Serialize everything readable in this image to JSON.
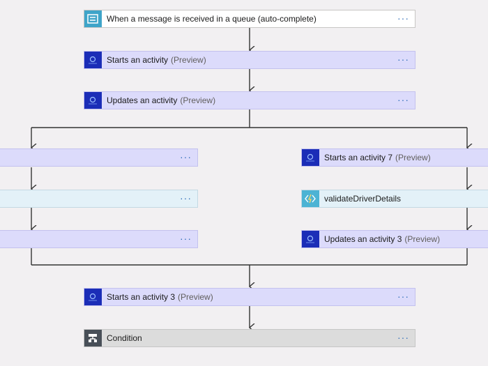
{
  "flow": {
    "trigger": {
      "title": "When a message is received in a queue (auto-complete)",
      "more": "···"
    },
    "step1": {
      "title": "Starts an activity",
      "suffix": "(Preview)",
      "more": "···"
    },
    "step2": {
      "title": "Updates an activity",
      "suffix": "(Preview)",
      "more": "···"
    },
    "left_branch": {
      "card1": {
        "more": "···"
      },
      "card2": {
        "more": "···"
      },
      "card3": {
        "more": "···"
      }
    },
    "right_branch": {
      "card1": {
        "title": "Starts an activity 7",
        "suffix": "(Preview)"
      },
      "card2": {
        "title": "validateDriverDetails"
      },
      "card3": {
        "title": "Updates an activity 3",
        "suffix": "(Preview)"
      }
    },
    "step3": {
      "title": "Starts an activity 3",
      "suffix": "(Preview)",
      "more": "···"
    },
    "condition": {
      "title": "Condition",
      "more": "···"
    }
  },
  "icons": {
    "activity": "activity-icon",
    "queue": "queue-icon",
    "function": "function-icon",
    "condition": "condition-icon"
  },
  "colors": {
    "activity_card": "#dcdbfb",
    "activity_icon": "#1b2db7",
    "queue_icon": "#3ea4c9",
    "function_card": "#e3f1f8",
    "condition_card": "#dcdcdc",
    "more_dots": "#2f6db8"
  }
}
